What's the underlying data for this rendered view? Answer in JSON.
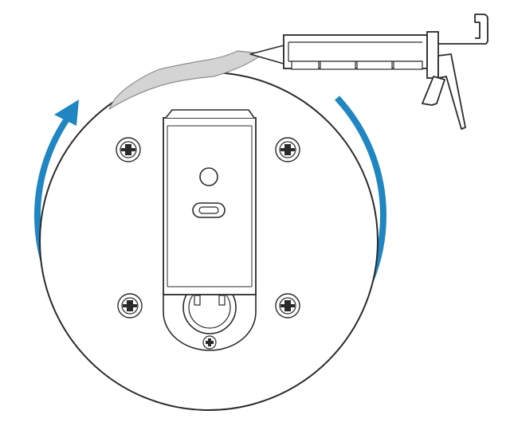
{
  "colors": {
    "background": "#ffffff",
    "outline": "#2a2a2a",
    "arrow": "#1f86c2",
    "sealant_fill": "#d4d4d4",
    "sealant_stroke": "#8c8c8c"
  },
  "icons": {
    "mount_plate": "circular-mounting-plate",
    "bracket": "mounting-bracket",
    "screws": "phillips-screw-icon",
    "tool": "caulking-gun-icon",
    "sealant": "sealant-bead",
    "rotation_arrow": "circular-arrow-icon"
  },
  "diagram": {
    "screw_count": 5,
    "rotation_direction": "clockwise"
  }
}
